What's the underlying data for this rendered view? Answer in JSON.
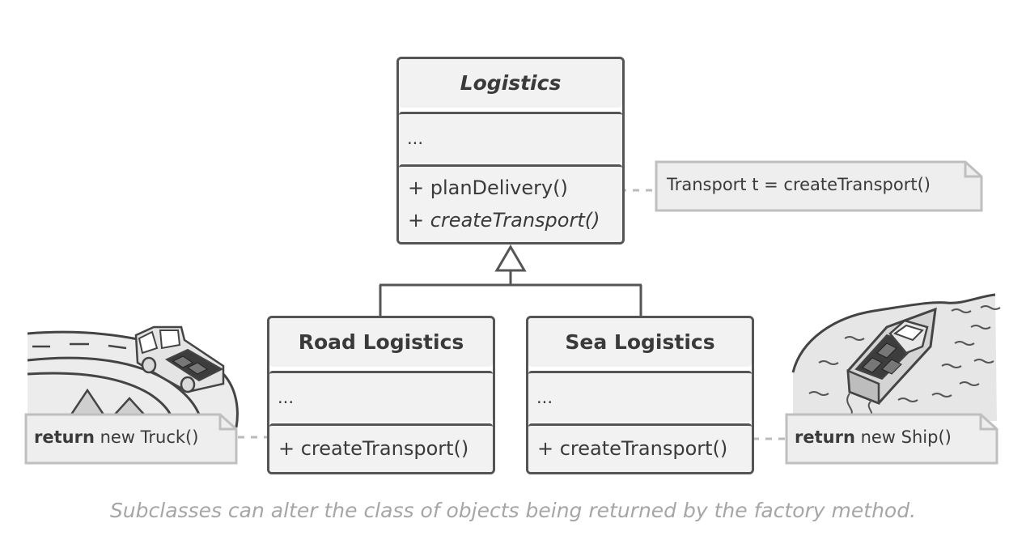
{
  "diagram": {
    "base_class": {
      "name": "Logistics",
      "fields": "...",
      "methods": [
        "+ planDelivery()",
        "+ createTransport()"
      ]
    },
    "subclasses": [
      {
        "name": "Road Logistics",
        "fields": "...",
        "methods": [
          "+ createTransport()"
        ]
      },
      {
        "name": "Sea Logistics",
        "fields": "...",
        "methods": [
          "+ createTransport()"
        ]
      }
    ],
    "notes": {
      "plan_delivery": "Transport t = createTransport()",
      "road": {
        "keyword": "return",
        "rest": " new Truck()"
      },
      "sea": {
        "keyword": "return",
        "rest": " new Ship()"
      }
    },
    "illustrations": {
      "road": "truck-on-road-illustration",
      "sea": "ship-at-sea-illustration"
    },
    "colors": {
      "outline": "#555555",
      "box_fill": "#f2f2f2",
      "note_fill": "#eeeeee",
      "note_border": "#bfbfbf",
      "caption": "#a6a6a6"
    }
  },
  "caption": "Subclasses can alter the class of objects being returned by the factory method."
}
